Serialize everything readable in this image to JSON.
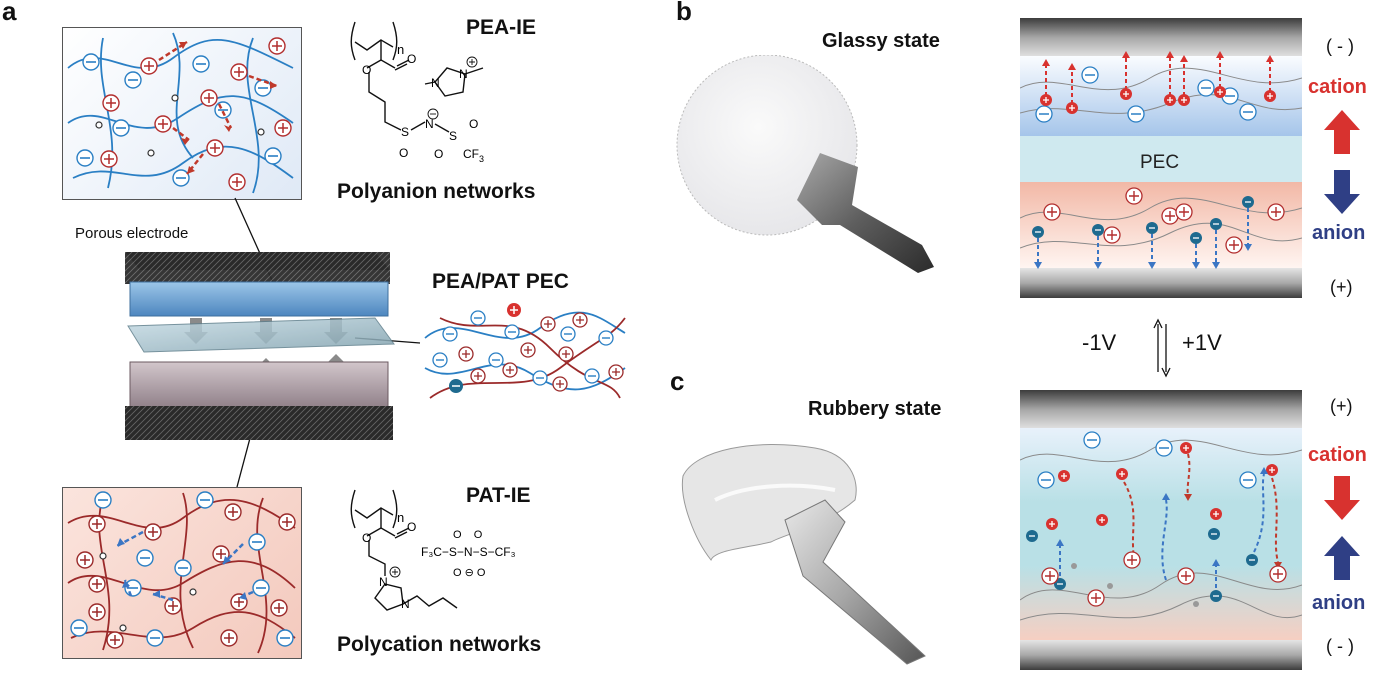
{
  "panels": {
    "a": "a",
    "b": "b",
    "c": "c"
  },
  "panel_a": {
    "pea_ie": "PEA-IE",
    "polyanion": "Polyanion networks",
    "porous_electrode": "Porous electrode",
    "pec_label": "PEA/PAT PEC",
    "pat_ie": "PAT-IE",
    "polycation": "Polycation networks",
    "chem_top": {
      "n": "n",
      "o1": "O",
      "o2": "O",
      "n_methyl": "N",
      "n_plus": "N",
      "s": "S",
      "n_mid": "N",
      "o3": "O",
      "o4": "O",
      "s2": "S",
      "o5": "O",
      "cf3": "CF",
      "cf3_sub": "3"
    },
    "chem_bottom": {
      "n": "n",
      "o1": "O",
      "o2": "O",
      "n1": "N",
      "n2": "N",
      "tfsi": "F₃C−S−N−S−CF₃",
      "o_top": "O    O",
      "o_bot": "O ⊖ O"
    }
  },
  "panel_b": {
    "state": "Glassy state",
    "minus_top": "( - )",
    "plus_bottom": "(+)",
    "pec": "PEC",
    "cation": "cation",
    "anion": "anion"
  },
  "switch": {
    "left": "-1V",
    "right": "+1V"
  },
  "panel_c": {
    "state": "Rubbery state",
    "plus_top": "(+)",
    "minus_bottom": "( - )",
    "cation": "cation",
    "anion": "anion"
  },
  "colors": {
    "cation": "#d8322f",
    "anion": "#2f3f85",
    "blue_net": "#2a7fc4",
    "red_net": "#9b2a2a"
  }
}
